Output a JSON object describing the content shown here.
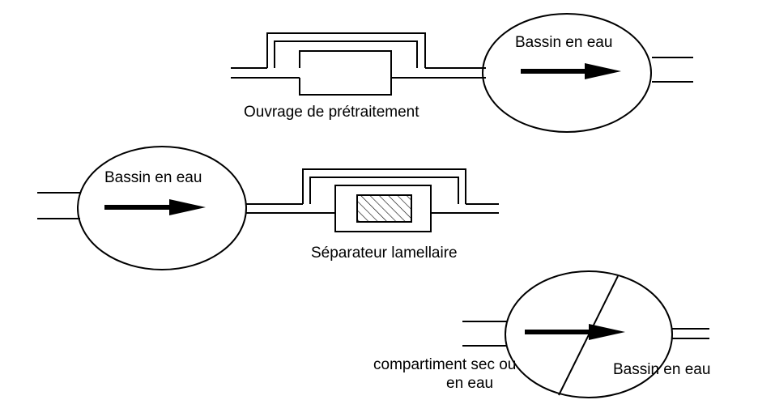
{
  "labels": {
    "basin_top": "Bassin en eau",
    "pretreatment": "Ouvrage de prétraitement",
    "basin_middle": "Bassin en eau",
    "separator": "Séparateur lamellaire",
    "compartment_line1": "compartiment sec ou",
    "compartment_line2": "en eau",
    "basin_bottom": "Bassin en eau"
  },
  "colors": {
    "line": "#000000",
    "background": "#ffffff"
  }
}
